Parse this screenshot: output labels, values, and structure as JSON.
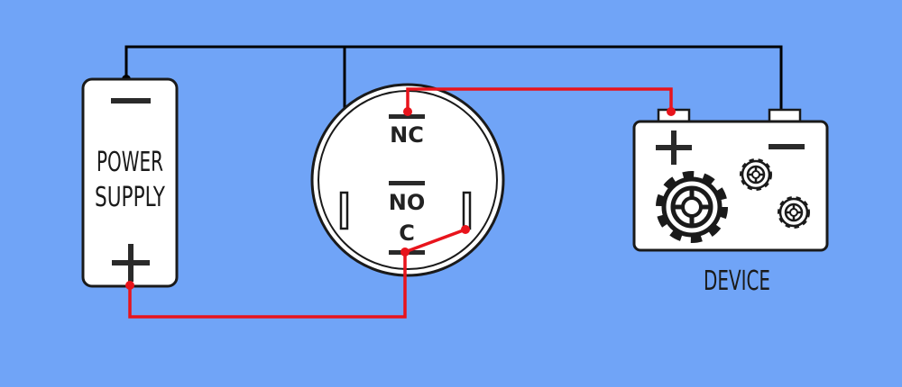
{
  "colors": {
    "background": "#70a4f7",
    "wire_negative": "#000000",
    "wire_positive": "#e8141c",
    "component_fill": "#ffffff",
    "outline": "#1a1a1a"
  },
  "power_supply": {
    "label_line1": "POWER",
    "label_line2": "SUPPLY",
    "minus_icon": "minus-icon",
    "plus_icon": "plus-icon"
  },
  "switch": {
    "terminal_nc": "NC",
    "terminal_no": "NO",
    "terminal_c": "C"
  },
  "device": {
    "label": "DEVICE",
    "plus_icon": "plus-icon",
    "minus_icon": "minus-icon",
    "gear_icons": [
      "large-gear-icon",
      "small-gear-icon",
      "small-gear-icon"
    ]
  }
}
